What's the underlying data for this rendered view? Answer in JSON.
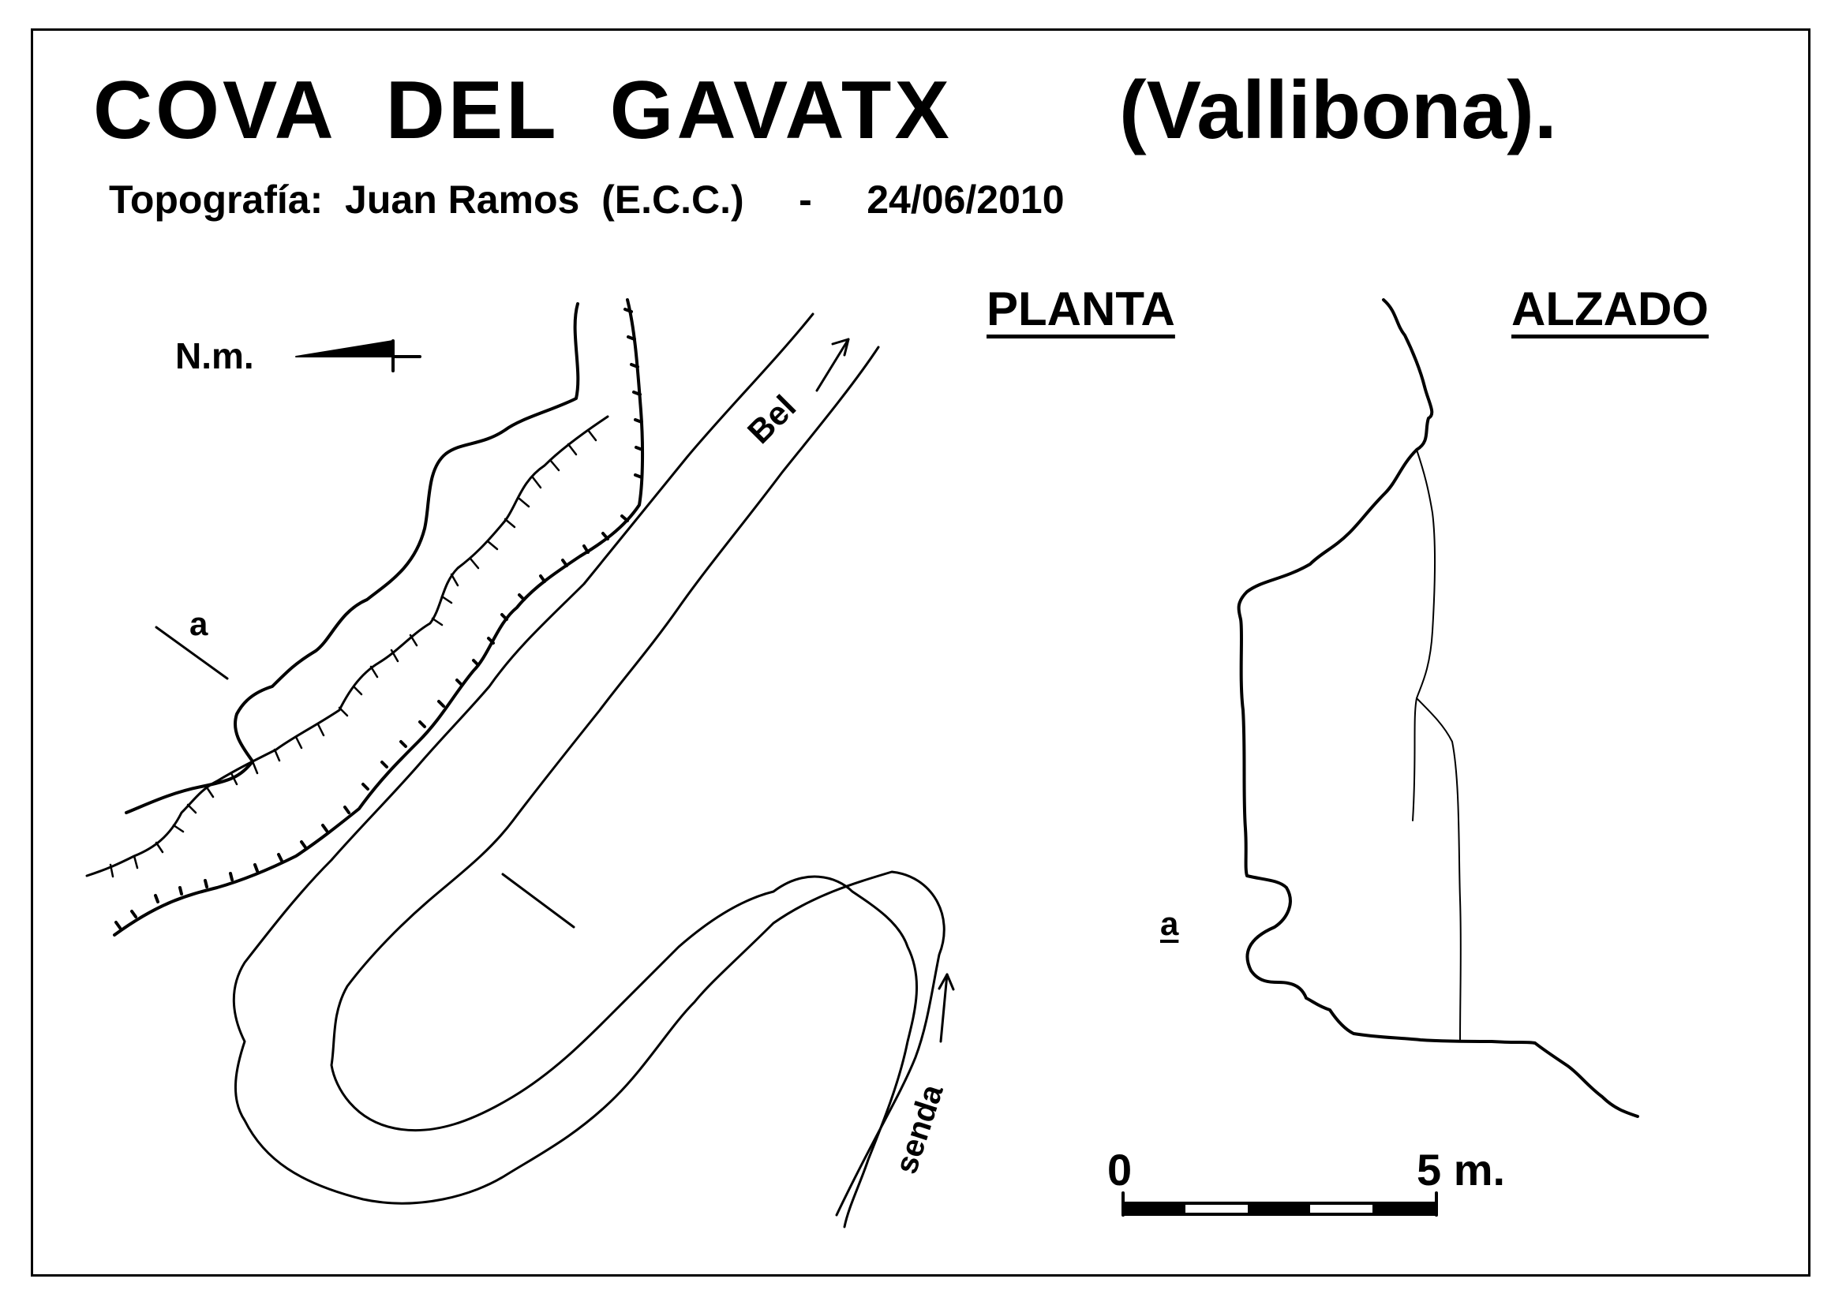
{
  "title": "COVA  DEL  GAVATX",
  "location": "(Vallibona).",
  "credit": "Topografía:  Juan Ramos  (E.C.C.)     -     24/06/2010",
  "views": {
    "plan": "PLANTA",
    "elevation": "ALZADO"
  },
  "north": "N.m.",
  "labels": {
    "section_plan": "a",
    "section_elev": "a",
    "ravine": "Bel",
    "path": "senda"
  },
  "scale": {
    "start": "0",
    "end": "5 m."
  },
  "colors": {
    "ink": "#000000",
    "paper": "#ffffff"
  }
}
